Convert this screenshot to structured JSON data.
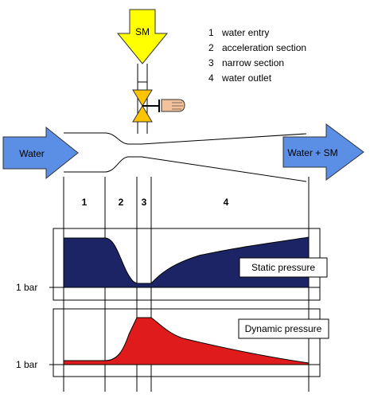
{
  "inflow_label": "SM",
  "water_in_label": "Water",
  "water_out_label": "Water + SM",
  "legend": [
    {
      "num": "1",
      "text": "water entry"
    },
    {
      "num": "2",
      "text": "acceleration section"
    },
    {
      "num": "3",
      "text": "narrow section"
    },
    {
      "num": "4",
      "text": "water outlet"
    }
  ],
  "zones": [
    "1",
    "2",
    "3",
    "4"
  ],
  "static_chart": {
    "title": "Static pressure",
    "reference_label": "1 bar",
    "fill_color": "#1c2466"
  },
  "dynamic_chart": {
    "title": "Dynamic pressure",
    "reference_label": "1 bar",
    "fill_color": "#e01b1b"
  },
  "colors": {
    "flow_arrow": "#5b8fe6",
    "sm_arrow": "#ffff00",
    "valve": "#ffc400"
  },
  "icons": [
    "hand-icon",
    "valve-icon"
  ]
}
